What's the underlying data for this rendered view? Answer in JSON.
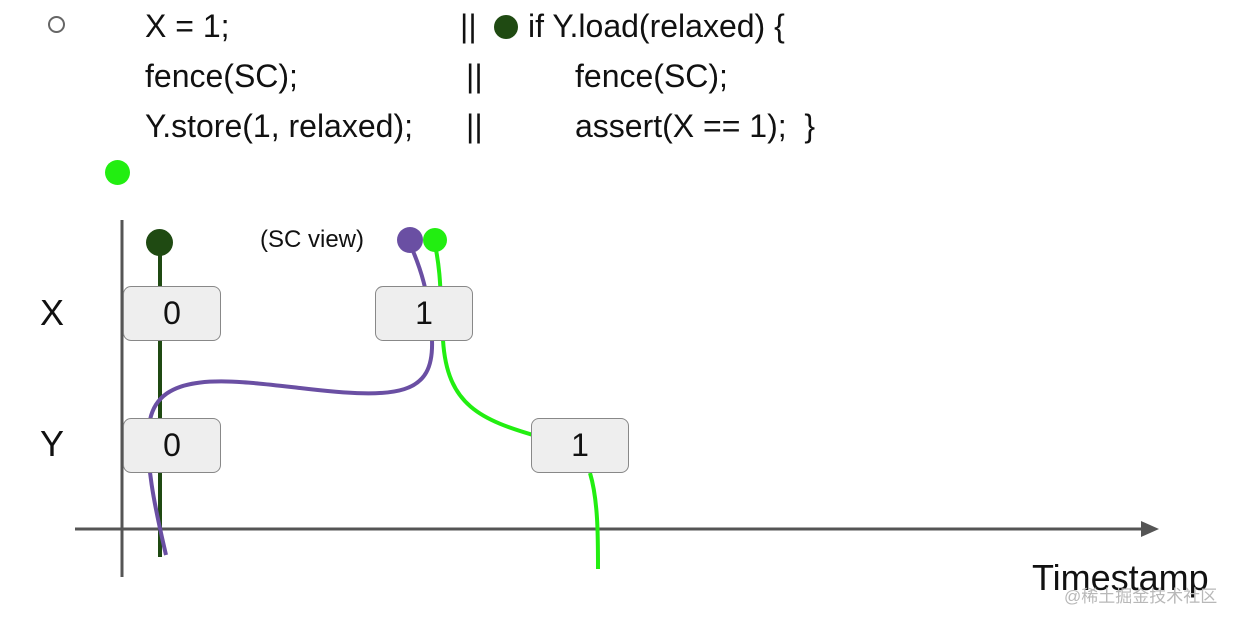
{
  "code": {
    "left_col": [
      "X = 1;",
      "fence(SC);",
      "Y.store(1, relaxed);"
    ],
    "separators": [
      "||",
      "||",
      "||"
    ],
    "right_col": [
      "if Y.load(relaxed) {",
      "fence(SC);",
      "assert(X == 1);  }"
    ]
  },
  "diagram": {
    "row_labels": [
      "X",
      "Y"
    ],
    "cells": {
      "x_initial": "0",
      "x_store": "1",
      "y_initial": "0",
      "y_store": "1"
    },
    "sc_view_label": "(SC view)",
    "x_axis_label": "Timestamp"
  },
  "watermark": "@稀土掘金技术社区",
  "colors": {
    "thread1": "#1f4a12",
    "sc_view": "#6a4fa3",
    "thread2": "#22ee11",
    "axis": "#555555",
    "cell_fill": "#eeeeee"
  }
}
